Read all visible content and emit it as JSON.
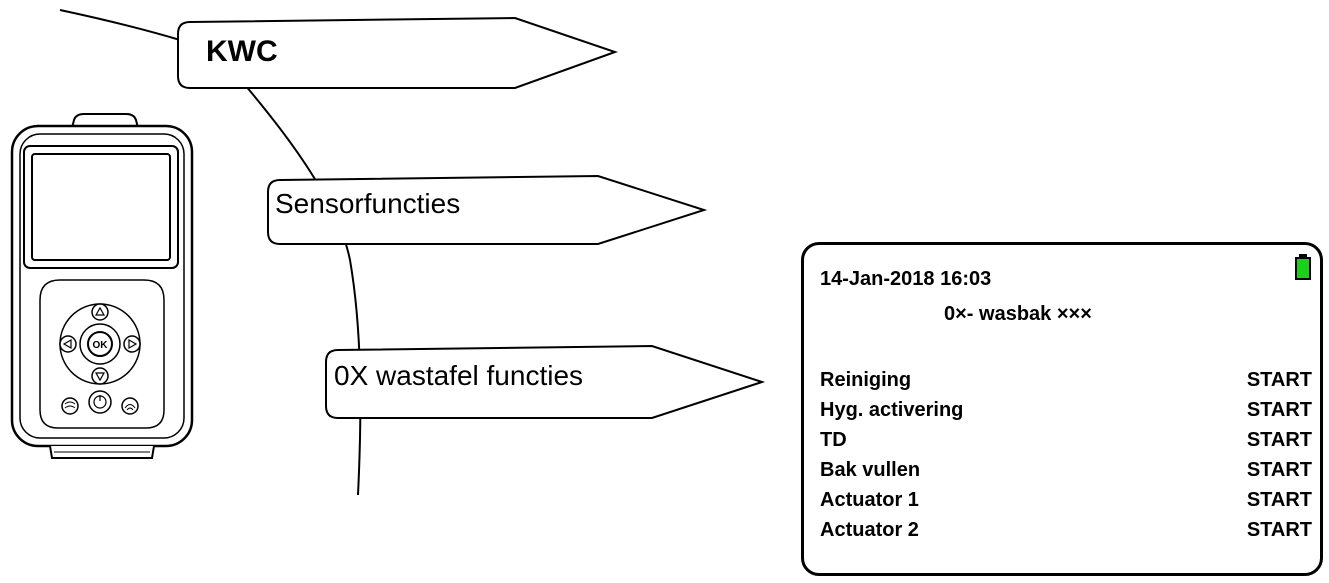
{
  "tags": {
    "kwc": "KWC",
    "sensor": "Sensorfuncties",
    "wastafel": "0X wastafel functies"
  },
  "device": {
    "ok_button": "OK"
  },
  "screen": {
    "datetime": "14-Jan-2018 16:03",
    "title": "0×- wasbak ×××",
    "battery_color": "#19d119",
    "rows": [
      {
        "label": "Reiniging",
        "action": "START"
      },
      {
        "label": "Hyg. activering",
        "action": "START"
      },
      {
        "label": "TD",
        "action": "START"
      },
      {
        "label": "Bak vullen",
        "action": "START"
      },
      {
        "label": "Actuator 1",
        "action": "START"
      },
      {
        "label": "Actuator 2",
        "action": "START"
      }
    ]
  }
}
